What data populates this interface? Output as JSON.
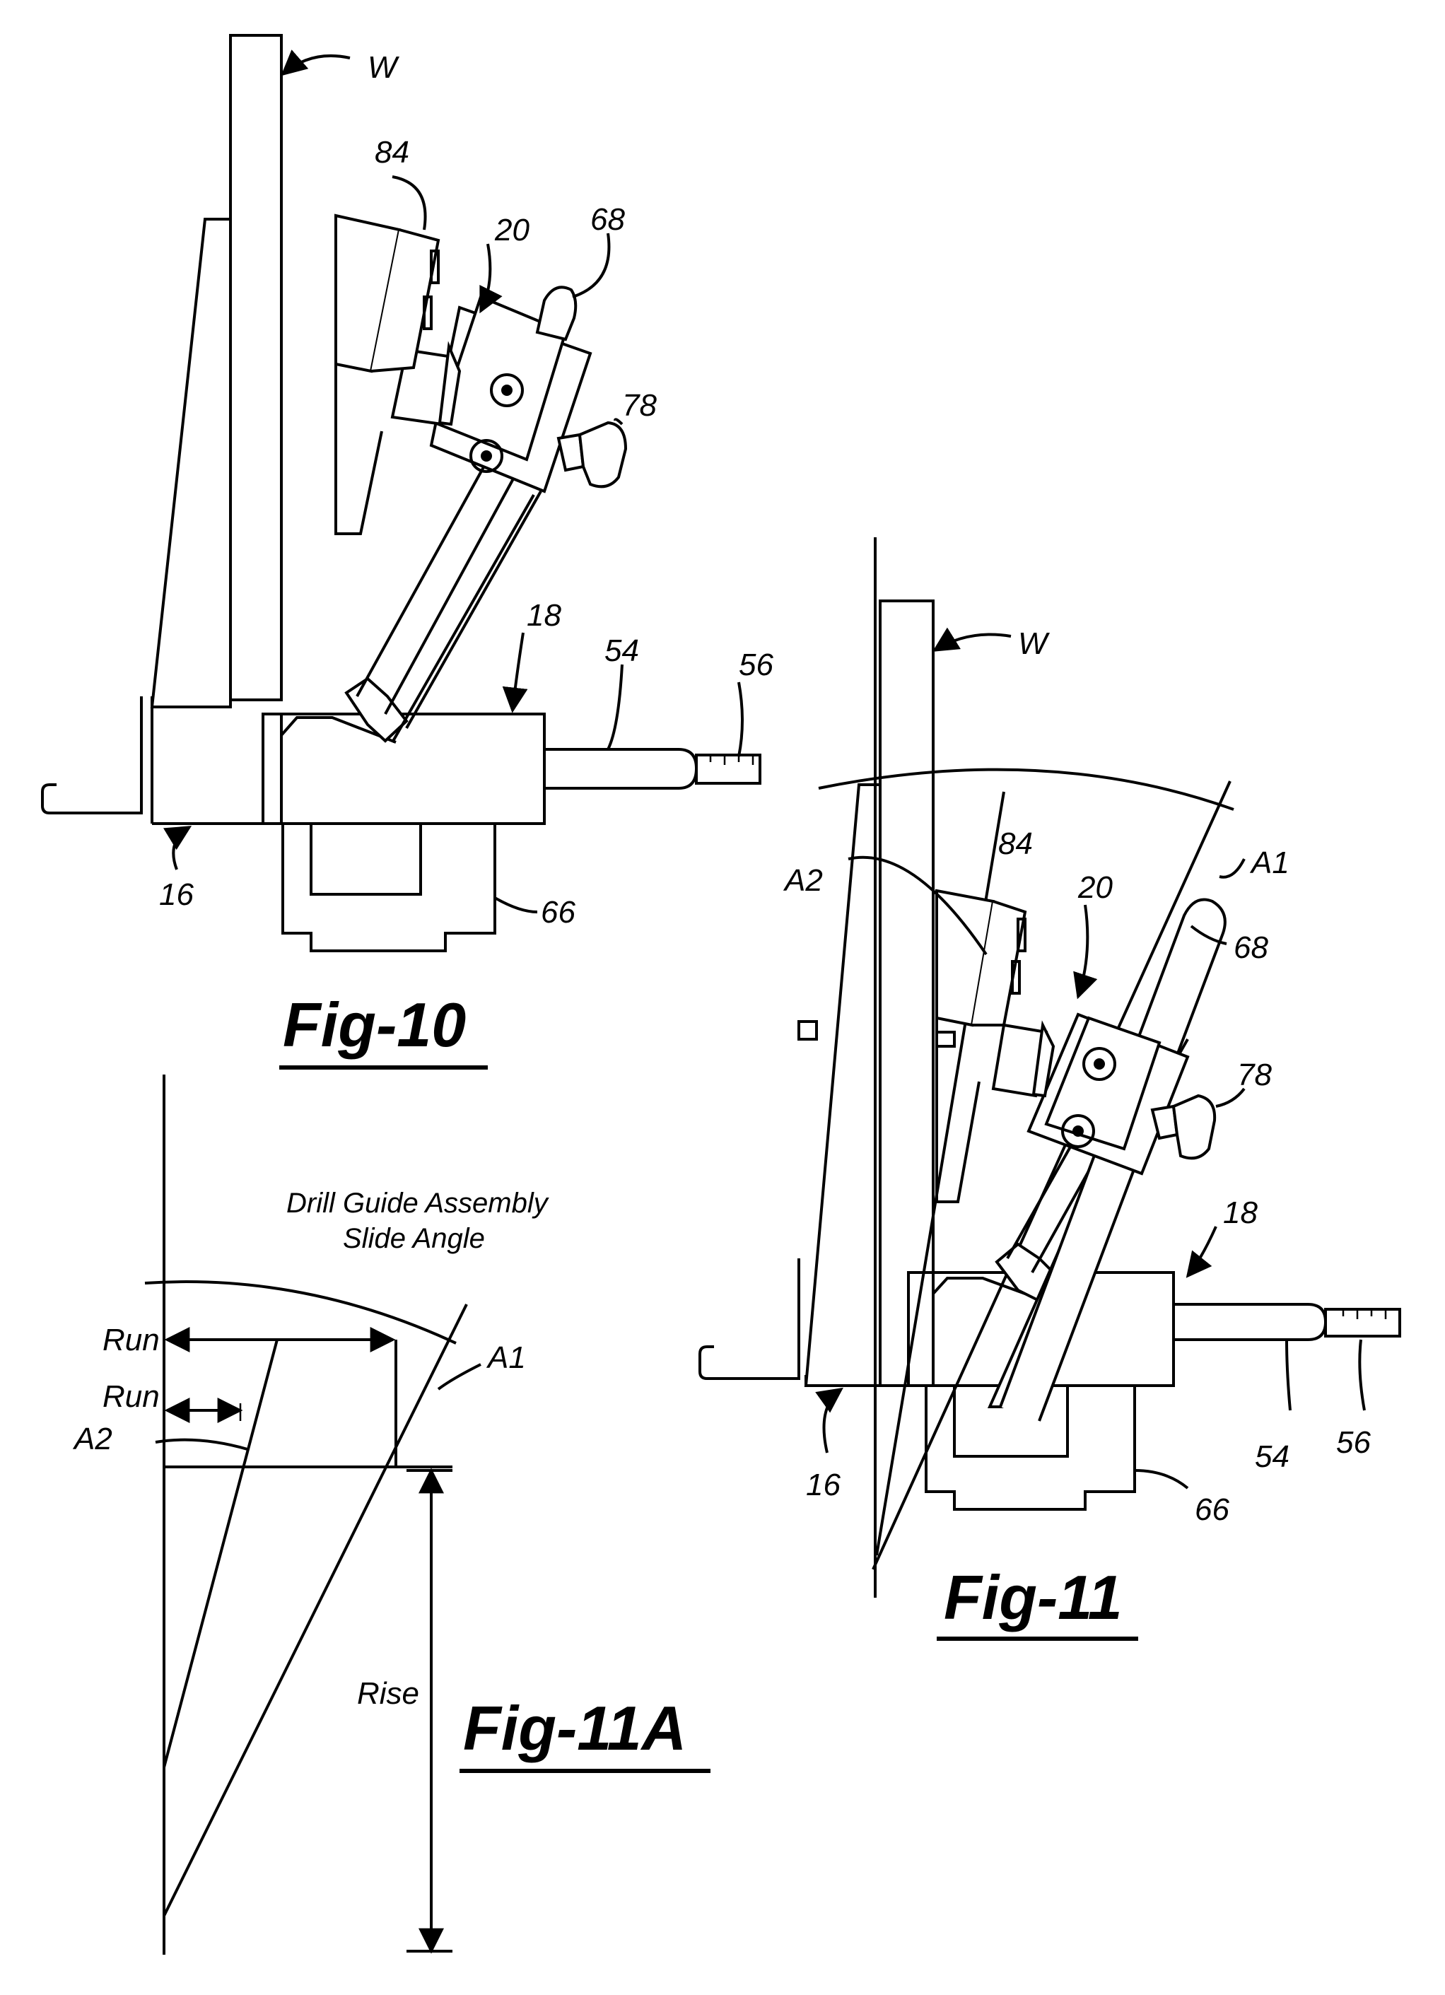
{
  "colors": {
    "line": "#000000",
    "background": "#ffffff"
  },
  "fig10": {
    "caption": "Fig-10",
    "labels": {
      "w": "W",
      "n84": "84",
      "n68": "68",
      "n20": "20",
      "n78": "78",
      "n18": "18",
      "n54": "54",
      "n56": "56",
      "n16": "16",
      "n66": "66"
    }
  },
  "fig11": {
    "caption": "Fig-11",
    "labels": {
      "w": "W",
      "a1": "A1",
      "a2": "A2",
      "n84": "84",
      "n20": "20",
      "n68": "68",
      "n78": "78",
      "n18": "18",
      "n16": "16",
      "n54": "54",
      "n56": "56",
      "n66": "66"
    }
  },
  "fig11a": {
    "caption": "Fig-11A",
    "title_line1": "Drill Guide Assembly",
    "title_line2": "Slide Angle",
    "labels": {
      "run1": "Run",
      "run2": "Run",
      "a1": "A1",
      "a2": "A2",
      "rise": "Rise"
    }
  }
}
